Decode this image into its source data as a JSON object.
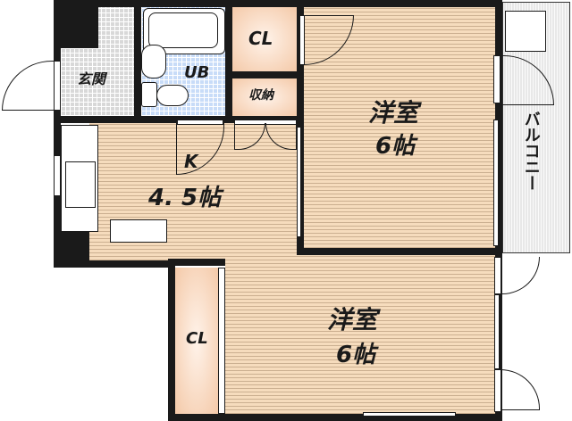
{
  "floor_plan": {
    "rooms": {
      "entrance": {
        "label": "玄関"
      },
      "unit_bath": {
        "label": "UB"
      },
      "closet_top": {
        "label": "CL"
      },
      "storage": {
        "label": "収納"
      },
      "kitchen": {
        "label": "K",
        "size": "4. 5帖"
      },
      "western_room_1": {
        "label": "洋室",
        "size": "6帖"
      },
      "western_room_2": {
        "label": "洋室",
        "size": "6帖"
      },
      "closet_bottom": {
        "label": "CL"
      },
      "balcony": {
        "label": "バルコニー"
      }
    },
    "colors": {
      "wall": "#1a1a1a",
      "floor_wood": "#f6dcbd",
      "entrance_tile": "#d8d8d8",
      "bath_tile": "#c8dcf8",
      "closet": "#f4c9a8",
      "balcony": "#e8e8e8"
    }
  }
}
